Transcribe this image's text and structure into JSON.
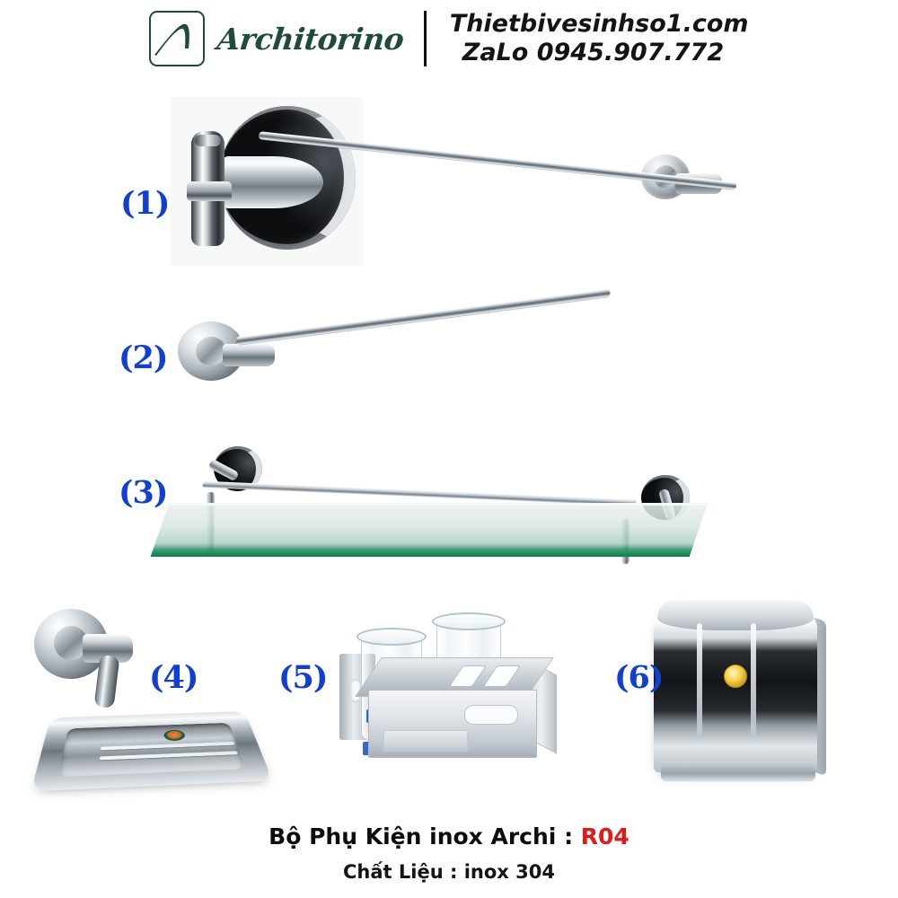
{
  "brand": {
    "logo_icon": "architorino-swoosh-logo",
    "name": "Architorino",
    "website": "Thietbivesinhso1.com",
    "zalo": "ZaLo 0945.907.772"
  },
  "colors": {
    "brand_green": "#1f4a3d",
    "label_blue": "#1140d0",
    "code_red": "#e01b15",
    "glass_green": "#2f9e6b",
    "text_black": "#0d0d0d"
  },
  "products": [
    {
      "label": "(1)",
      "name": "robe-hook-and-towel-bar"
    },
    {
      "label": "(2)",
      "name": "towel-bar"
    },
    {
      "label": "(3)",
      "name": "glass-shelf"
    },
    {
      "label": "(4)",
      "name": "soap-dish"
    },
    {
      "label": "(5)",
      "name": "tumbler-cup-holder"
    },
    {
      "label": "(6)",
      "name": "toilet-paper-holder"
    }
  ],
  "caption": {
    "title_prefix": "Bộ Phụ Kiện inox Archi : ",
    "code": "R04",
    "material": "Chất Liệu : inox 304"
  }
}
